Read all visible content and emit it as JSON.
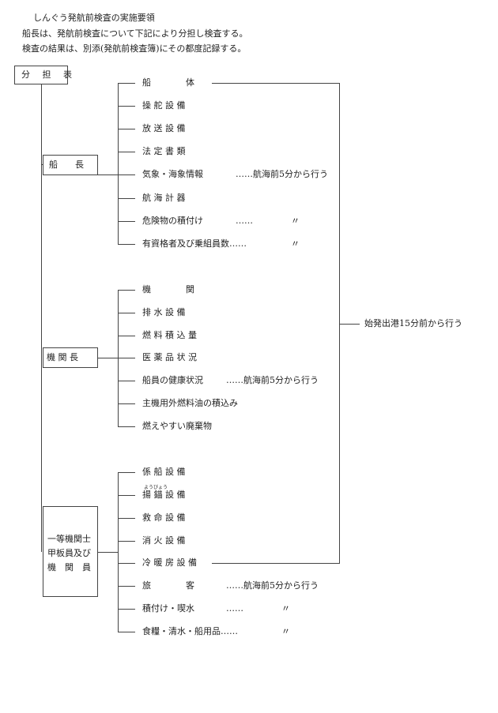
{
  "header": {
    "title": "しんぐう発航前検査の実施要領",
    "line1": "船長は、発航前検査について下記により分担し検査する。",
    "line2": "検査の結果は、別添(発航前検査簿)にその都度記録する。"
  },
  "root_label": "分 担 表",
  "groups": [
    {
      "label": "船　　長",
      "items": [
        {
          "label": "船　　　　体",
          "note": ""
        },
        {
          "label": "操 舵 設 備",
          "note": ""
        },
        {
          "label": "放 送 設 備",
          "note": ""
        },
        {
          "label": "法 定 書 類",
          "note": ""
        },
        {
          "label": "気象・海象情報",
          "note": "……航海前5分から行う"
        },
        {
          "label": "航 海 計 器",
          "note": ""
        },
        {
          "label": "危険物の積付け",
          "note": "……",
          "ditto": "〃"
        },
        {
          "label": "有資格者及び乗組員数……",
          "note": "",
          "ditto": "〃"
        }
      ]
    },
    {
      "label": "機 関 長",
      "items": [
        {
          "label": "機　　　　関",
          "note": ""
        },
        {
          "label": "排 水 設 備",
          "note": ""
        },
        {
          "label": "燃 料 積 込 量",
          "note": ""
        },
        {
          "label": "医 薬 品 状 況",
          "note": ""
        },
        {
          "label": "船員の健康状況",
          "note": "……航海前5分から行う"
        },
        {
          "label": "主機用外燃料油の積込み",
          "note": ""
        },
        {
          "label": "燃えやすい廃棄物",
          "note": ""
        }
      ]
    },
    {
      "label_lines": [
        "一等機関士",
        "甲板員及び",
        "機　関　員"
      ],
      "items": [
        {
          "label": "係 船 設 備",
          "note": ""
        },
        {
          "label": "揚 錨 設 備",
          "note": "",
          "ruby": "ようびょう"
        },
        {
          "label": "救 命 設 備",
          "note": ""
        },
        {
          "label": "消 火 設 備",
          "note": ""
        },
        {
          "label": "冷 暖 房 設 備",
          "note": ""
        },
        {
          "label": "旅　　　　客",
          "note": "……航海前5分から行う"
        },
        {
          "label": "積付け・喫水",
          "note": "……",
          "ditto": "〃"
        },
        {
          "label": "食糧・清水・船用品……",
          "note": "",
          "ditto": "〃"
        }
      ]
    }
  ],
  "bracket_note": "始発出港15分前から行う"
}
